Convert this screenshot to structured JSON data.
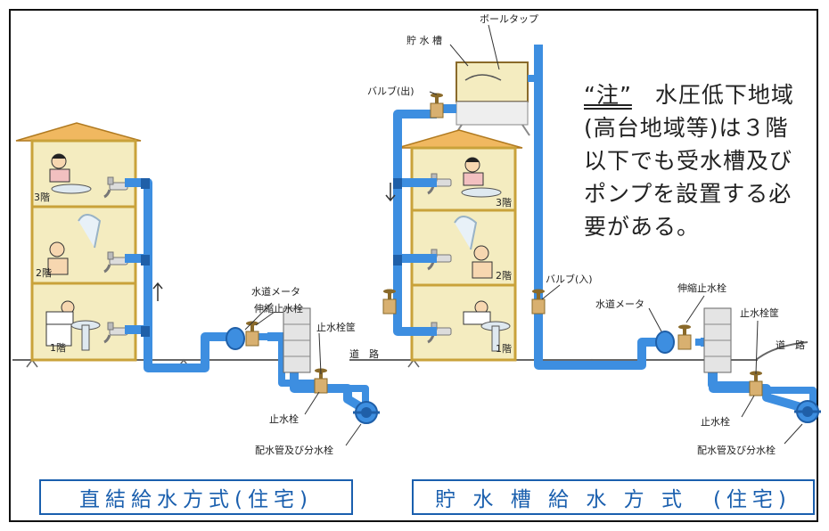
{
  "note": {
    "mark": "“注”",
    "line1": "水圧低下地域",
    "line2": "(高台地域等)は３階",
    "line3": "以下でも受水槽及び",
    "line4": "ポンプを設置する必",
    "line5": "要がある。"
  },
  "left": {
    "caption": "直結給水方式(住宅)",
    "floors": [
      "3階",
      "2階",
      "1階"
    ],
    "labels": {
      "meter": "水道メータ",
      "joint_valve": "伸縮止水栓",
      "stop_valve": "止水栓",
      "box": "止水栓筐",
      "road": "道　路",
      "main": "配水管及び分水栓"
    }
  },
  "right": {
    "caption": "貯 水 槽 給 水 方 式　(住宅)",
    "floors": [
      "3階",
      "2階",
      "1階"
    ],
    "labels": {
      "tank": "貯 水 槽",
      "ball_tap": "ボールタップ",
      "valve_out": "バルブ(出)",
      "valve_in": "バルブ(入)",
      "meter": "水道メータ",
      "joint_valve": "伸縮止水栓",
      "stop_valve": "止水栓",
      "box": "止水栓筐",
      "road": "道　路",
      "main": "配水管及び分水栓"
    }
  },
  "colors": {
    "pipe": "#3d8ee0",
    "pipe_dark": "#1f5fa8",
    "house_wall": "#f4ecc0",
    "house_frame": "#c9a23a",
    "roof": "#f0b860",
    "valve": "#d8b070",
    "caption_border": "#1a5fae"
  }
}
